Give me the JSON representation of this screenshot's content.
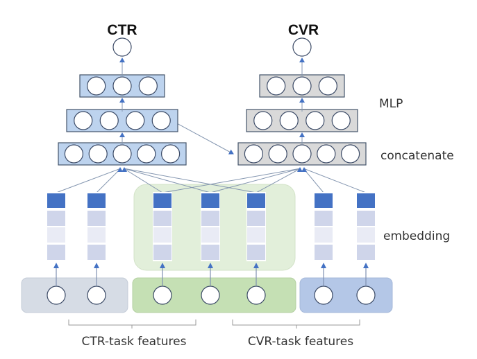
{
  "titles": {
    "ctr": "CTR",
    "cvr": "CVR"
  },
  "layer_labels": {
    "mlp": "MLP",
    "concatenate": "concatenate",
    "embedding": "embedding"
  },
  "group_labels": {
    "ctr_features": "CTR-task features",
    "cvr_features": "CVR-task features"
  },
  "colors": {
    "ctr_tower": "#bdd3ee",
    "cvr_tower": "#d9d9d9",
    "tower_border": "#44546a",
    "node_border": "#3b4a66",
    "arrow": "#4472c4",
    "line": "#8496b0",
    "ctr_feature_group": "#d6dce5",
    "shared_feature_group": "#c5e0b4",
    "cvr_feature_group": "#b4c7e7",
    "shared_embedding_bg": "#e2efda",
    "embedding_top": "#4472c4",
    "embedding_mid": "#cfd5ea",
    "embedding_light": "#e9ebf5"
  },
  "towers": {
    "ctr": {
      "layers": [
        1,
        3,
        4,
        5
      ]
    },
    "cvr": {
      "layers": [
        1,
        3,
        4,
        5
      ]
    }
  },
  "features": {
    "ctr_only": 2,
    "shared": 3,
    "cvr_only": 2
  }
}
